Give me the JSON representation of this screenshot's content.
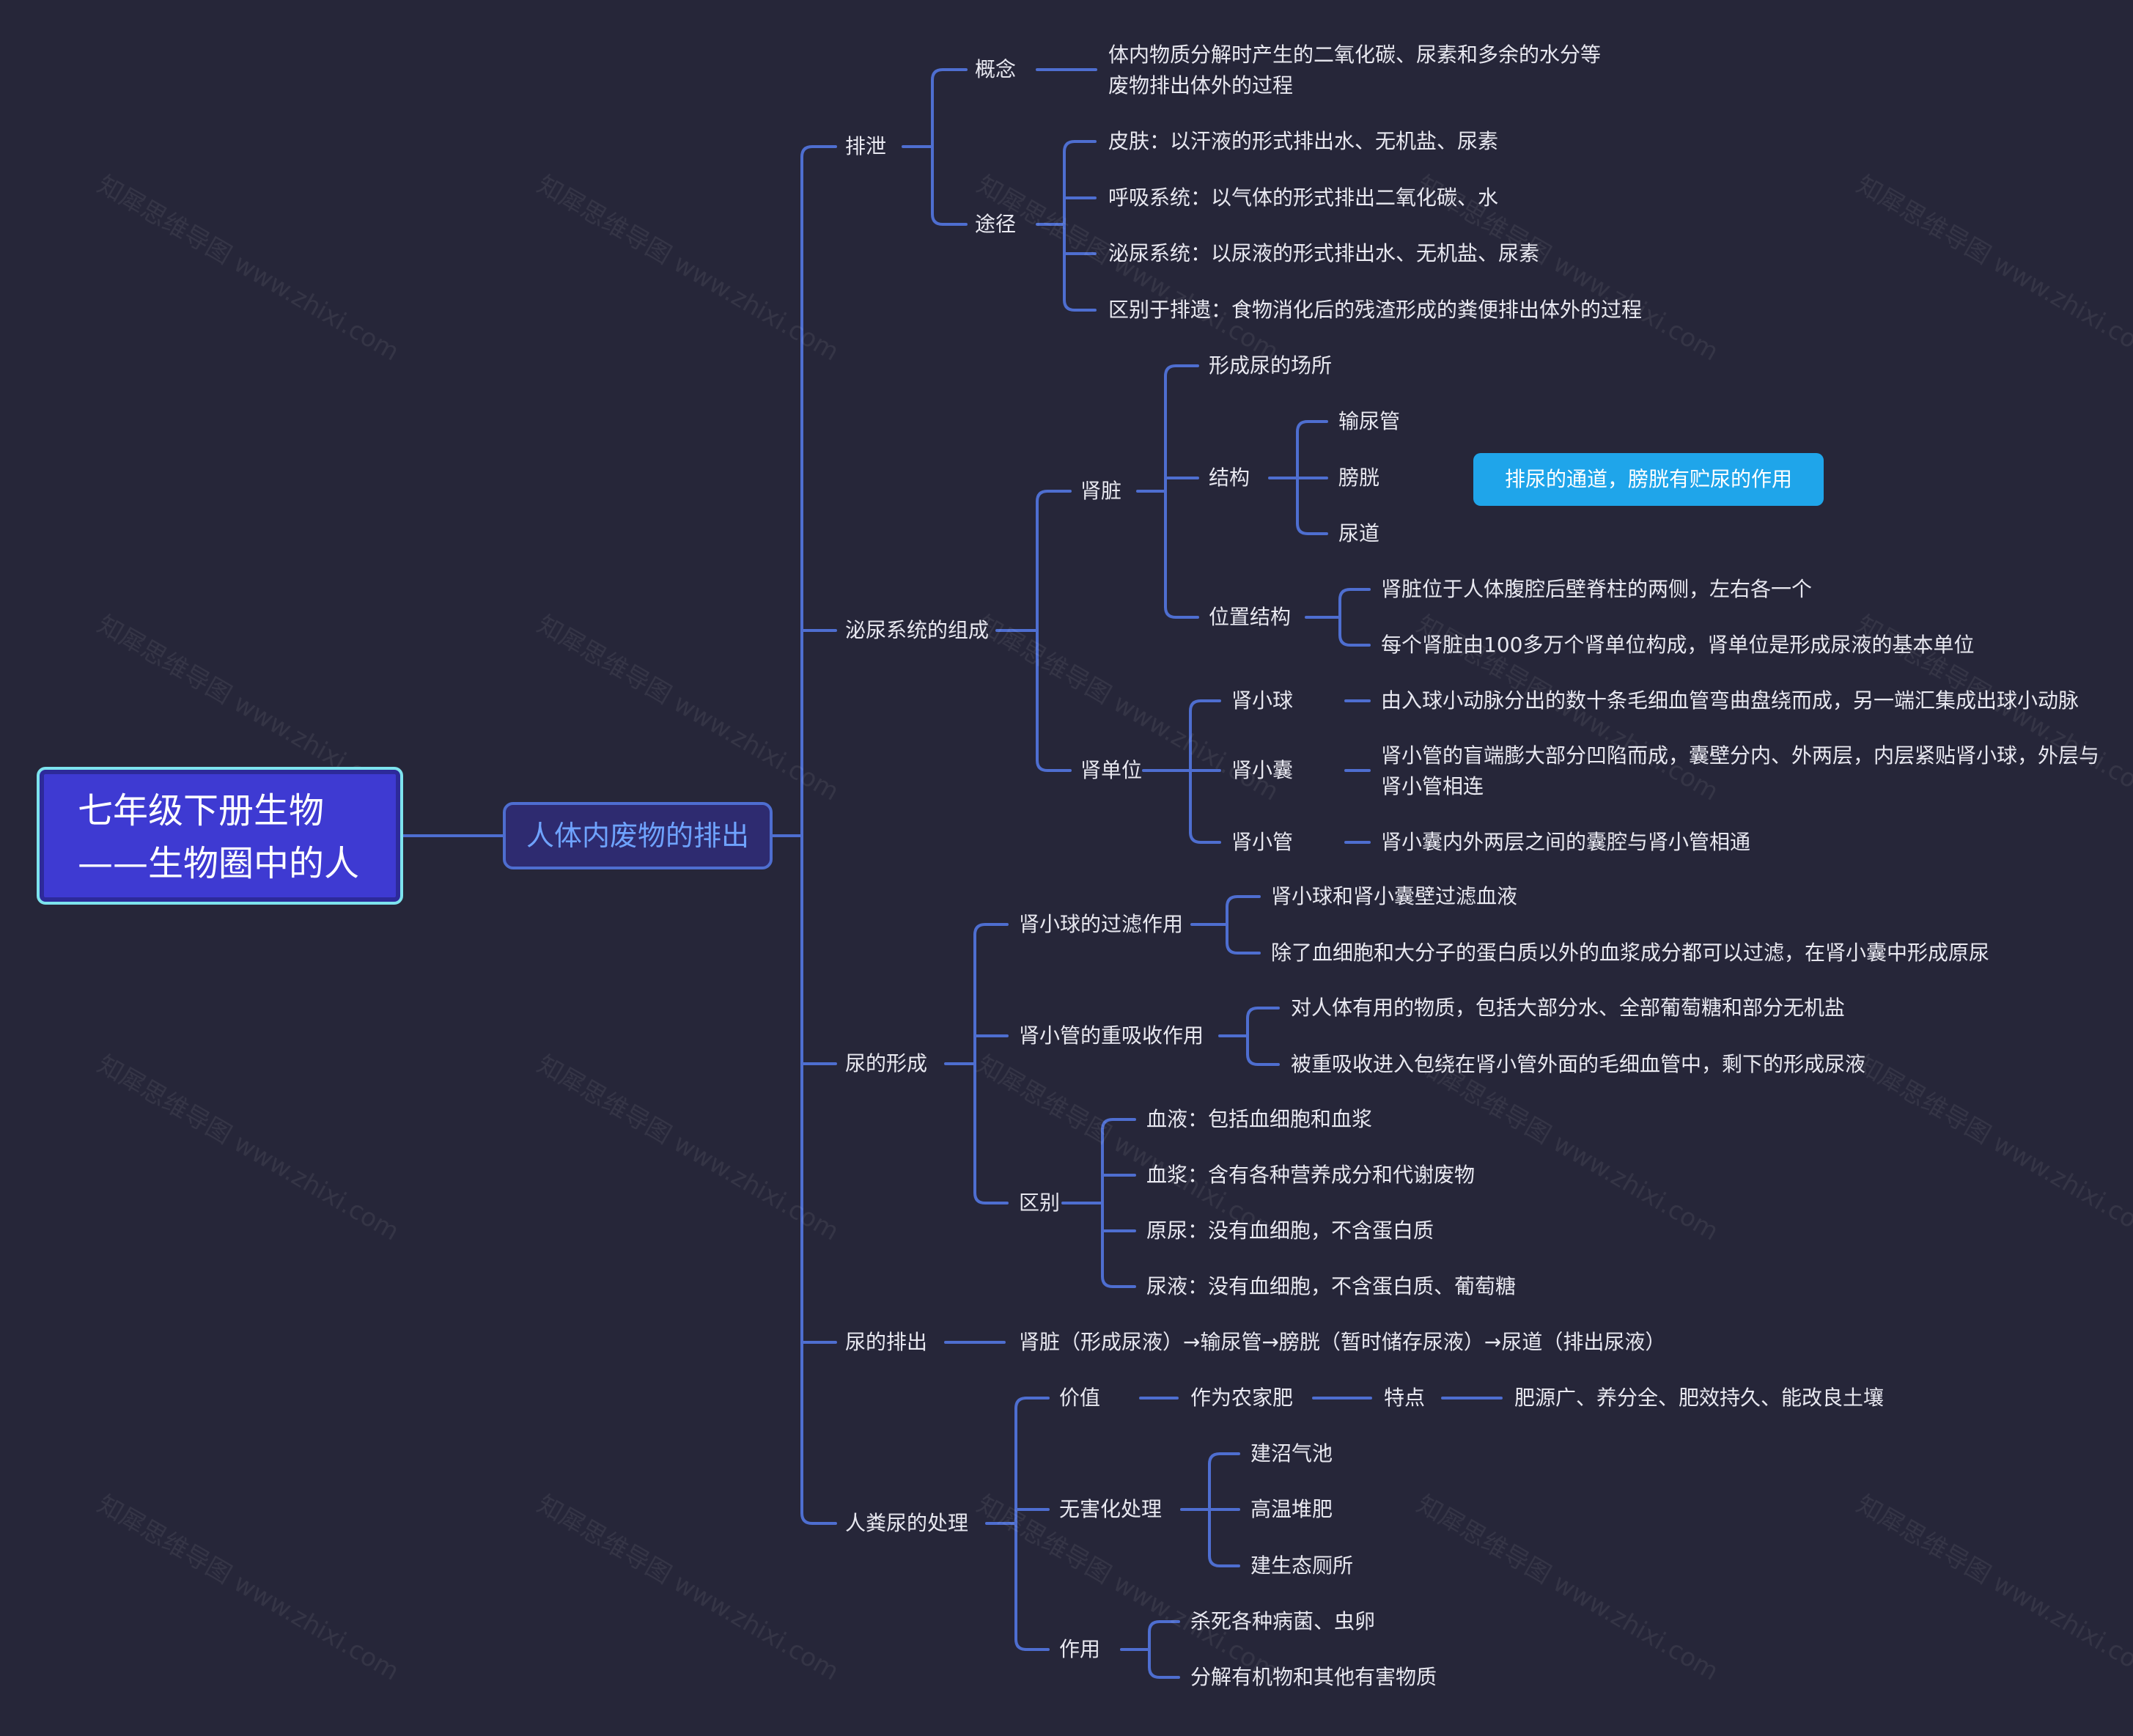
{
  "colors": {
    "background": "#262639",
    "link": "#4e6ed0",
    "root_fill": "#3e3ad2",
    "root_border": "#7de3ee",
    "callout": "#1fa5ea"
  },
  "root": {
    "line1": "七年级下册生物",
    "line2": "——生物圈中的人"
  },
  "main_topic": "人体内废物的排出",
  "callout": "排尿的通道，膀胱有贮尿的作用",
  "watermark": "知犀思维导图 www.zhixi.com",
  "nodes": {
    "n1": "排泄",
    "n1a": "概念",
    "n1a1": "体内物质分解时产生的二氧化碳、尿素和多余的水分等废物排出体外的过程",
    "n1b": "途径",
    "n1b1": "皮肤：以汗液的形式排出水、无机盐、尿素",
    "n1b2": "呼吸系统：以气体的形式排出二氧化碳、水",
    "n1b3": "泌尿系统：以尿液的形式排出水、无机盐、尿素",
    "n1b4": "区别于排遗：食物消化后的残渣形成的粪便排出体外的过程",
    "n2": "泌尿系统的组成",
    "n2a": "肾脏",
    "n2a1": "形成尿的场所",
    "n2a2": "结构",
    "n2a2a": "输尿管",
    "n2a2b": "膀胱",
    "n2a2c": "尿道",
    "n2a3": "位置结构",
    "n2a3a": "肾脏位于人体腹腔后壁脊柱的两侧，左右各一个",
    "n2a3b": "每个肾脏由100多万个肾单位构成，肾单位是形成尿液的基本单位",
    "n2b": "肾单位",
    "n2b1": "肾小球",
    "n2b1a": "由入球小动脉分出的数十条毛细血管弯曲盘绕而成，另一端汇集成出球小动脉",
    "n2b2": "肾小囊",
    "n2b2a": "肾小管的盲端膨大部分凹陷而成，囊壁分内、外两层，内层紧贴肾小球，外层与肾小管相连",
    "n2b3": "肾小管",
    "n2b3a": "肾小囊内外两层之间的囊腔与肾小管相通",
    "n3": "尿的形成",
    "n3a": "肾小球的过滤作用",
    "n3a1": "肾小球和肾小囊壁过滤血液",
    "n3a2": "除了血细胞和大分子的蛋白质以外的血浆成分都可以过滤，在肾小囊中形成原尿",
    "n3b": "肾小管的重吸收作用",
    "n3b1": "对人体有用的物质，包括大部分水、全部葡萄糖和部分无机盐",
    "n3b2": "被重吸收进入包绕在肾小管外面的毛细血管中，剩下的形成尿液",
    "n3c": "区别",
    "n3c1": "血液：包括血细胞和血浆",
    "n3c2": "血浆：含有各种营养成分和代谢废物",
    "n3c3": "原尿：没有血细胞，不含蛋白质",
    "n3c4": "尿液：没有血细胞，不含蛋白质、葡萄糖",
    "n4": "尿的排出",
    "n4a": "肾脏（形成尿液）→输尿管→膀胱（暂时储存尿液）→尿道（排出尿液）",
    "n5": "人粪尿的处理",
    "n5a": "价值",
    "n5a1": "作为农家肥",
    "n5a2": "特点",
    "n5a3": "肥源广、养分全、肥效持久、能改良土壤",
    "n5b": "无害化处理",
    "n5b1": "建沼气池",
    "n5b2": "高温堆肥",
    "n5b3": "建生态厕所",
    "n5c": "作用",
    "n5c1": "杀死各种病菌、虫卵",
    "n5c2": "分解有机物和其他有害物质"
  }
}
